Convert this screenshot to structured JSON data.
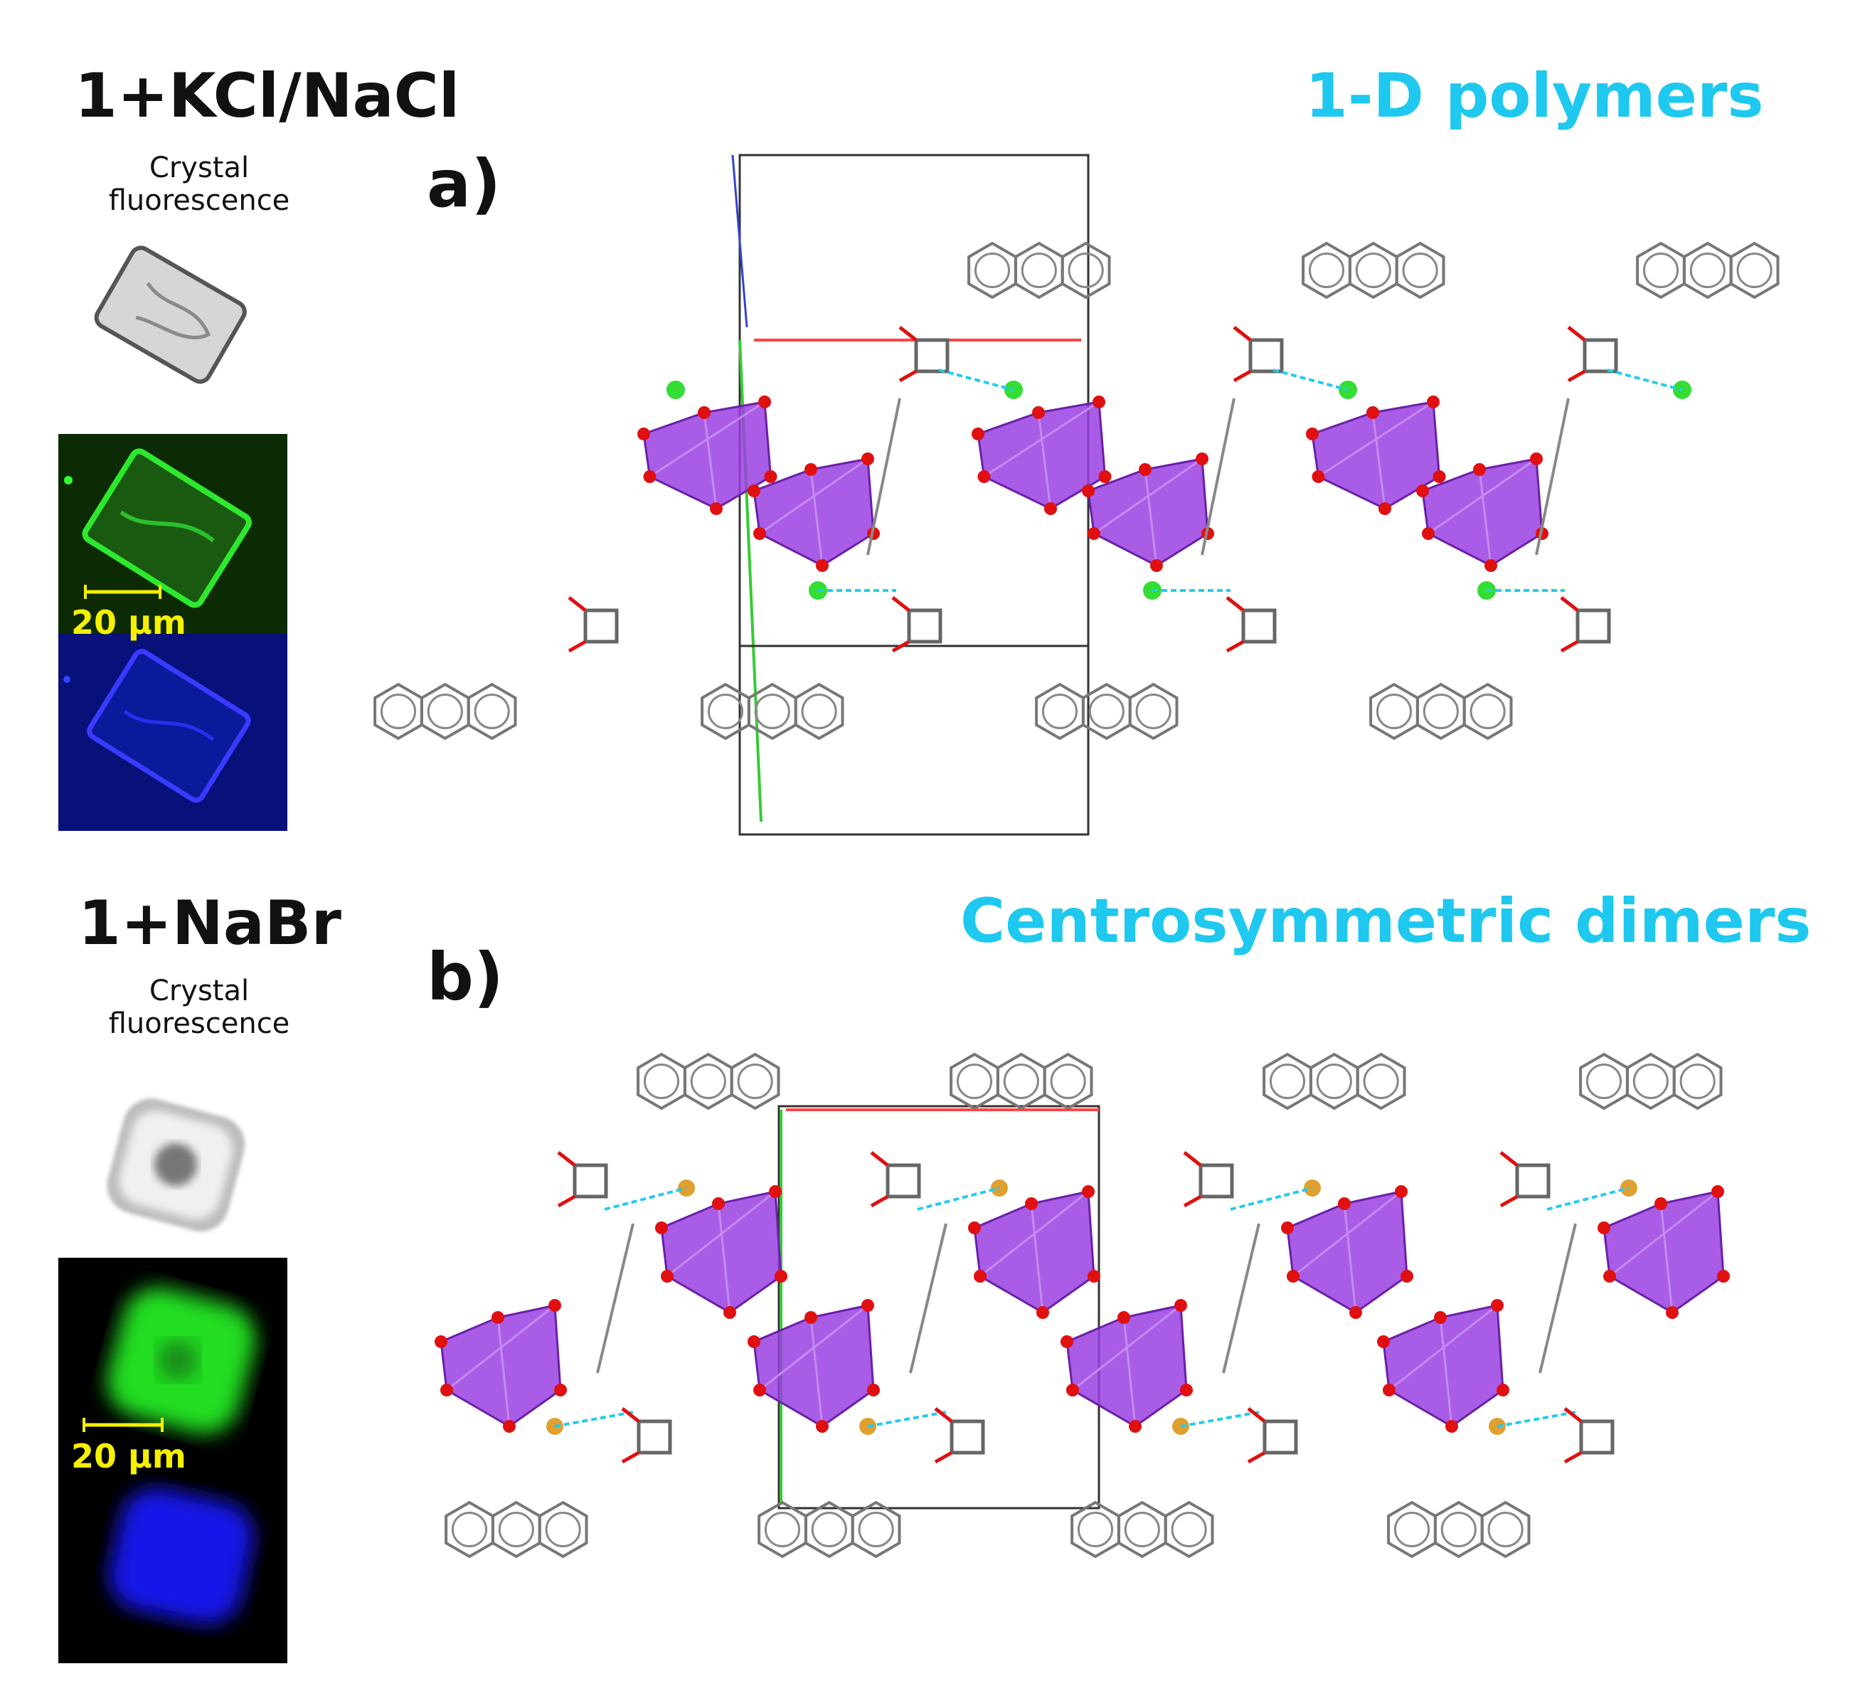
{
  "top": {
    "compound_label": "1+KCl/NaCl",
    "caption": "Crystal fluorescence",
    "panel_letter": "a)",
    "structure_title": "1-D polymers",
    "scale_bar": "20 µm"
  },
  "bottom": {
    "compound_label": "1+NaBr",
    "caption": "Crystal fluorescence",
    "panel_letter": "b)",
    "structure_title": "Centrosymmetric dimers",
    "scale_bar": "20 µm"
  },
  "colors": {
    "title_cyan": "#1ec8ee",
    "polyhedron": "#9a3fe0",
    "chloride": "#33dd33",
    "bromide": "#e0a030",
    "oxygen": "#e01010",
    "hbond": "#22ccee",
    "green_emission": "#22ee22",
    "blue_emission": "#1a1aff",
    "scale_yellow": "#f4f000"
  },
  "icons": [
    "crystal-brightfield-image",
    "crystal-green-fluorescence-image",
    "crystal-blue-fluorescence-image",
    "crystal-structure-diagram"
  ]
}
